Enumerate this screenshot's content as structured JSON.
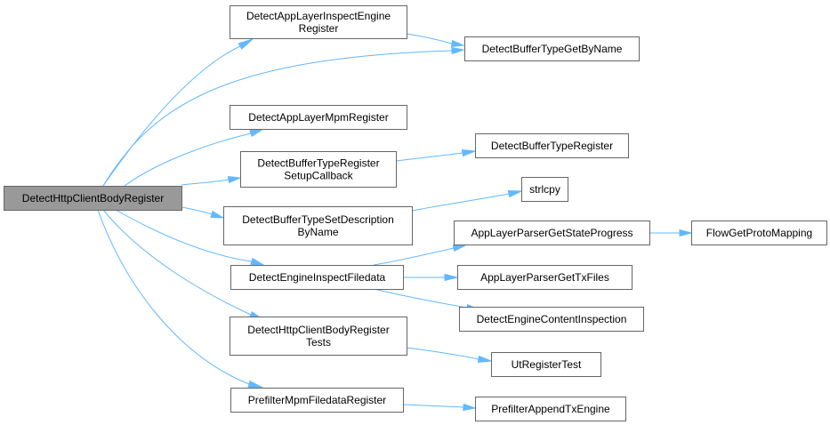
{
  "graph": {
    "edge_color": "#63b8ff",
    "node_border_color": "#666666",
    "root_fill_color": "#999999",
    "nodes": {
      "root": [
        "DetectHttpClientBodyRegister"
      ],
      "applayer_inspect": [
        "DetectAppLayerInspectEngine",
        "Register"
      ],
      "buffer_get": [
        "DetectBufferTypeGetByName"
      ],
      "applayer_mpm": [
        "DetectAppLayerMpmRegister"
      ],
      "buffer_setup": [
        "DetectBufferTypeRegister",
        "SetupCallback"
      ],
      "buffer_register": [
        "DetectBufferTypeRegister"
      ],
      "buffer_desc": [
        "DetectBufferTypeSetDescription",
        "ByName"
      ],
      "strlcpy": [
        "strlcpy"
      ],
      "inspect_filedata": [
        "DetectEngineInspectFiledata"
      ],
      "state_progress": [
        "AppLayerParserGetStateProgress"
      ],
      "proto_mapping": [
        "FlowGetProtoMapping"
      ],
      "get_txfiles": [
        "AppLayerParserGetTxFiles"
      ],
      "content_inspection": [
        "DetectEngineContentInspection"
      ],
      "register_tests": [
        "DetectHttpClientBodyRegister",
        "Tests"
      ],
      "ut_register": [
        "UtRegisterTest"
      ],
      "prefilter_register": [
        "PrefilterMpmFiledataRegister"
      ],
      "prefilter_append": [
        "PrefilterAppendTxEngine"
      ]
    },
    "edges": [
      [
        "root",
        "applayer_inspect"
      ],
      [
        "root",
        "buffer_get"
      ],
      [
        "root",
        "applayer_mpm"
      ],
      [
        "root",
        "buffer_setup"
      ],
      [
        "root",
        "buffer_desc"
      ],
      [
        "root",
        "inspect_filedata"
      ],
      [
        "root",
        "register_tests"
      ],
      [
        "root",
        "prefilter_register"
      ],
      [
        "applayer_inspect",
        "buffer_get"
      ],
      [
        "buffer_setup",
        "buffer_register"
      ],
      [
        "buffer_desc",
        "strlcpy"
      ],
      [
        "inspect_filedata",
        "state_progress"
      ],
      [
        "inspect_filedata",
        "get_txfiles"
      ],
      [
        "inspect_filedata",
        "content_inspection"
      ],
      [
        "state_progress",
        "proto_mapping"
      ],
      [
        "register_tests",
        "ut_register"
      ],
      [
        "prefilter_register",
        "prefilter_append"
      ]
    ]
  }
}
